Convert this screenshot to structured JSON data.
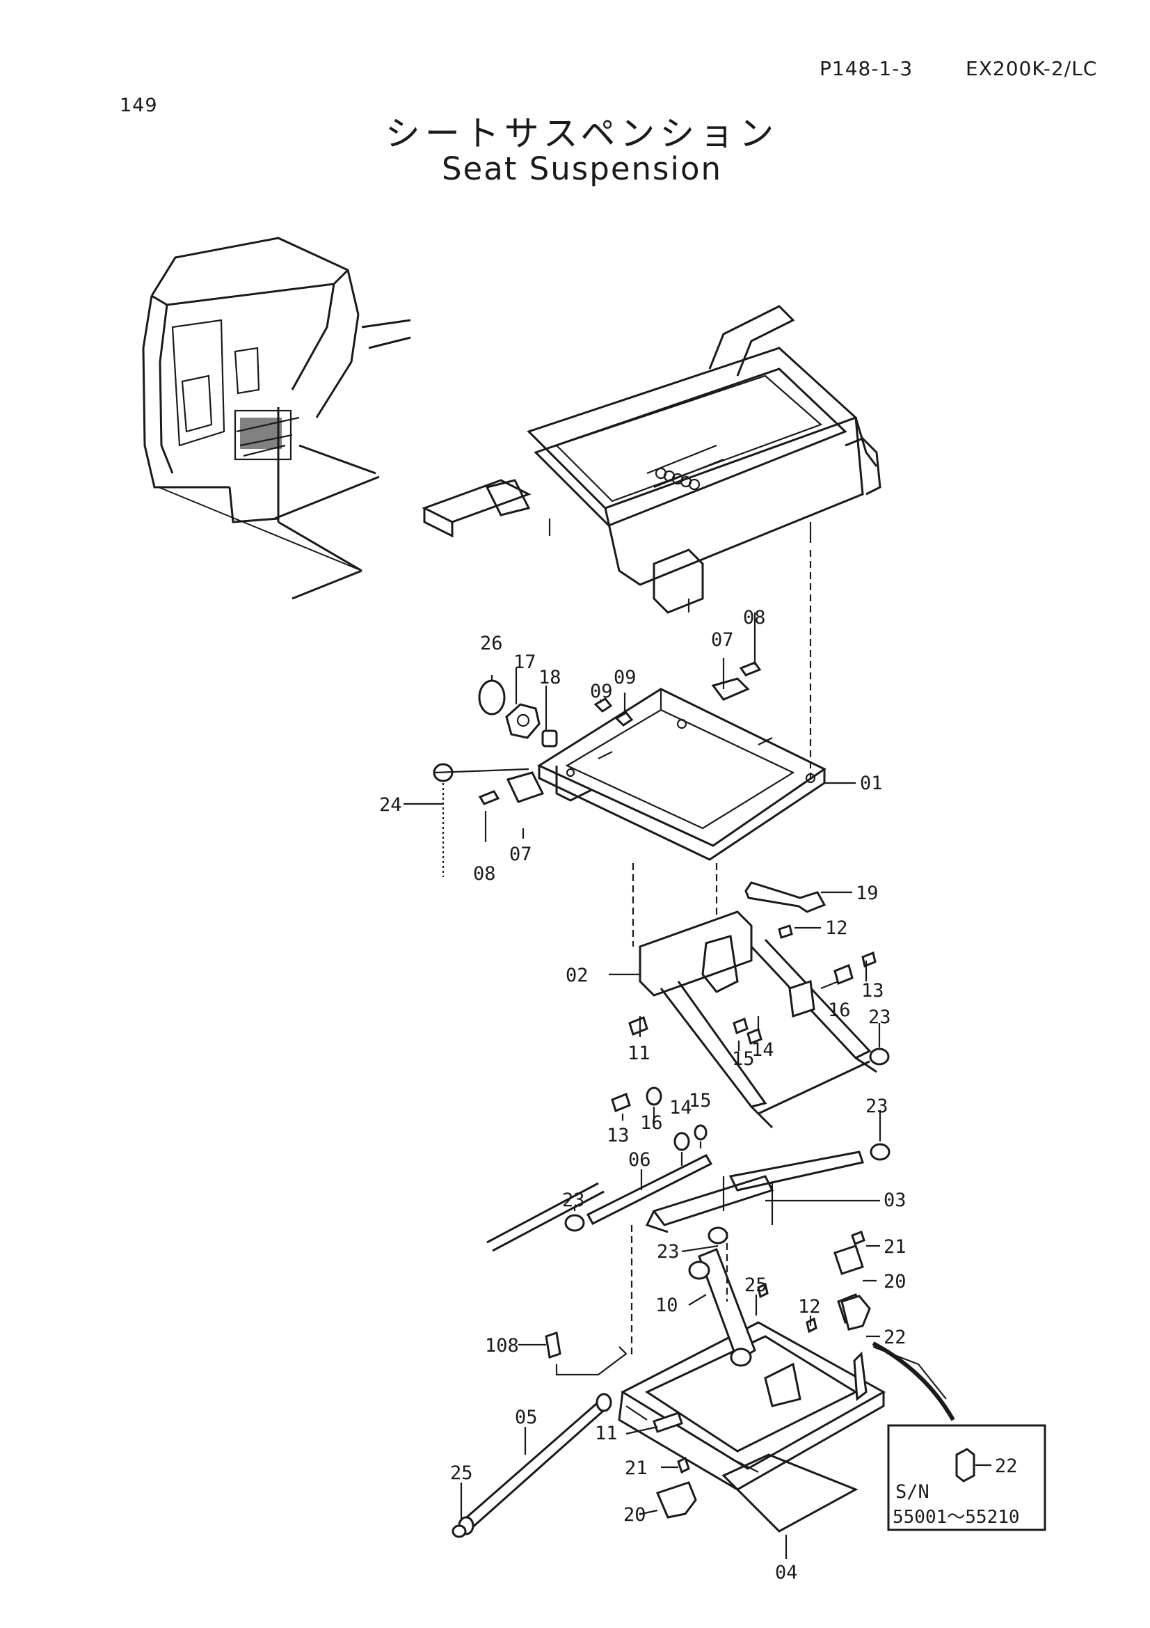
{
  "header": {
    "page_number": "149",
    "doc_code": "P148-1-3",
    "model": "EX200K-2/LC",
    "title_jp": "シートサスペンション",
    "title_en": "Seat Suspension"
  },
  "callouts": [
    {
      "id": "08-top",
      "label": "08"
    },
    {
      "id": "07-top",
      "label": "07"
    },
    {
      "id": "26",
      "label": "26"
    },
    {
      "id": "17",
      "label": "17"
    },
    {
      "id": "18",
      "label": "18"
    },
    {
      "id": "09-a",
      "label": "09"
    },
    {
      "id": "09-b",
      "label": "09"
    },
    {
      "id": "01",
      "label": "01"
    },
    {
      "id": "24",
      "label": "24"
    },
    {
      "id": "08-bottom",
      "label": "08"
    },
    {
      "id": "07-bottom",
      "label": "07"
    },
    {
      "id": "19",
      "label": "19"
    },
    {
      "id": "12-top",
      "label": "12"
    },
    {
      "id": "02",
      "label": "02"
    },
    {
      "id": "13-right",
      "label": "13"
    },
    {
      "id": "16-right",
      "label": "16"
    },
    {
      "id": "23-a",
      "label": "23"
    },
    {
      "id": "11-top",
      "label": "11"
    },
    {
      "id": "15-a",
      "label": "15"
    },
    {
      "id": "14-a",
      "label": "14"
    },
    {
      "id": "13-left",
      "label": "13"
    },
    {
      "id": "16-left",
      "label": "16"
    },
    {
      "id": "14-b",
      "label": "14"
    },
    {
      "id": "15-b",
      "label": "15"
    },
    {
      "id": "23-b",
      "label": "23"
    },
    {
      "id": "06",
      "label": "06"
    },
    {
      "id": "03",
      "label": "03"
    },
    {
      "id": "23-c",
      "label": "23"
    },
    {
      "id": "23-d",
      "label": "23"
    },
    {
      "id": "21-right",
      "label": "21"
    },
    {
      "id": "20-right",
      "label": "20"
    },
    {
      "id": "25-top",
      "label": "25"
    },
    {
      "id": "10",
      "label": "10"
    },
    {
      "id": "12-bottom",
      "label": "12"
    },
    {
      "id": "22",
      "label": "22"
    },
    {
      "id": "108",
      "label": "108"
    },
    {
      "id": "05",
      "label": "05"
    },
    {
      "id": "25-bottom",
      "label": "25"
    },
    {
      "id": "11-bottom",
      "label": "11"
    },
    {
      "id": "21-left",
      "label": "21"
    },
    {
      "id": "20-left",
      "label": "20"
    },
    {
      "id": "04",
      "label": "04"
    }
  ],
  "inset": {
    "part_label": "22",
    "sn_label": "S/N",
    "sn_range": "55001～55210"
  }
}
